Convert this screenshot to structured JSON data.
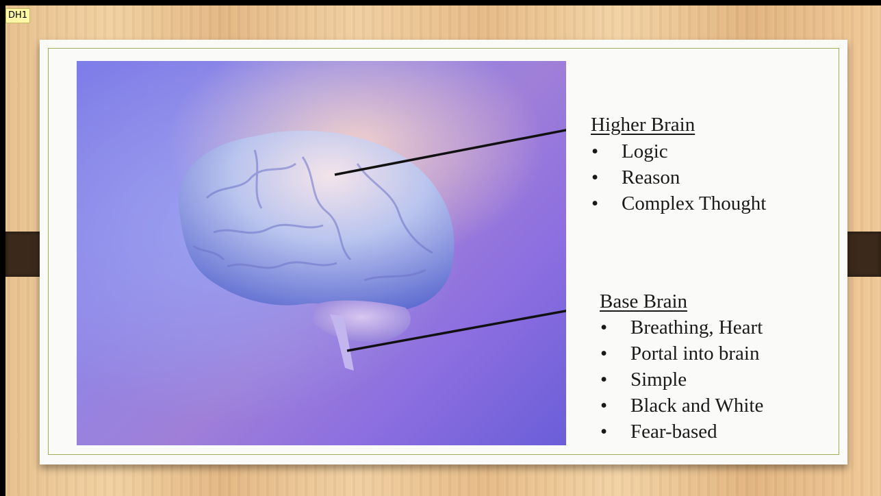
{
  "comment_marker": "DH1",
  "higher_brain": {
    "heading": "Higher Brain",
    "bullets": [
      "Logic",
      "Reason",
      "Complex Thought"
    ]
  },
  "base_brain": {
    "heading": "Base Brain",
    "bullets": [
      "Breathing, Heart",
      "Portal into brain",
      "Simple",
      "Black and White",
      "Fear-based"
    ]
  },
  "bullet_glyph": "•",
  "colors": {
    "wood": "#e9c290",
    "strap": "#3b2a1c",
    "frame_border": "#9cae5a",
    "photo_bg": "#7e7ee8",
    "brain": "#c8b8e8"
  }
}
